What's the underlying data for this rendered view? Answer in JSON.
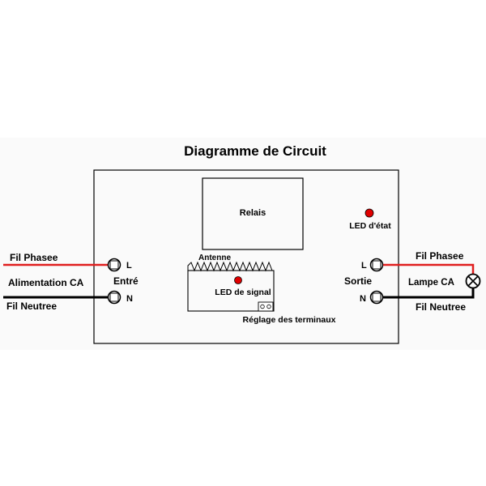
{
  "title": "Diagramme de Circuit",
  "colors": {
    "background": "#ffffff",
    "band": "#fafafa",
    "line": "#000000",
    "phase_wire": "#e01f1f",
    "neutral_wire": "#000000",
    "led": "#e00000"
  },
  "labels": {
    "relais": "Relais",
    "led_etat": "LED d'état",
    "antenne": "Antenne",
    "led_signal": "LED de signal",
    "reglage": "Réglage des terminaux",
    "entre": "Entré",
    "sortie": "Sortie",
    "fil_phasee_left": "Fil Phasee",
    "alimentation": "Alimentation CA",
    "fil_neutree_left": "Fil Neutree",
    "fil_phasee_right": "Fil Phasee",
    "lampe": "Lampe CA",
    "fil_neutree_right": "Fil Neutree",
    "term_l_left": "L",
    "term_n_left": "N",
    "term_l_right": "L",
    "term_n_right": "N"
  },
  "icons": {
    "terminal": "screw-terminal-icon",
    "lamp": "lamp-icon",
    "antenna": "antenna-coil-icon",
    "led": "led-dot-icon"
  }
}
